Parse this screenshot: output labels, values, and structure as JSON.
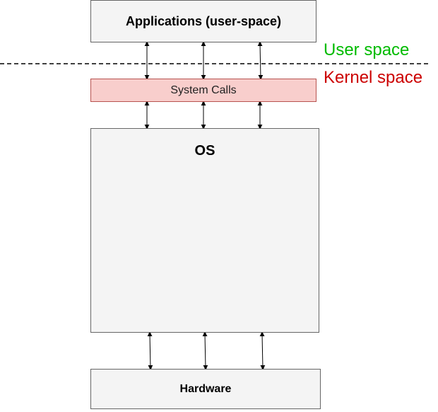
{
  "boxes": {
    "applications": "Applications (user-space)",
    "system_calls": "System Calls",
    "os": "OS",
    "hardware": "Hardware"
  },
  "labels": {
    "user_space": "User space",
    "kernel_space": "Kernel space"
  },
  "colors": {
    "user_space": "#00bb00",
    "kernel_space": "#cc0000",
    "system_calls_fill": "#f8cecc",
    "box_fill": "#f4f4f4"
  }
}
